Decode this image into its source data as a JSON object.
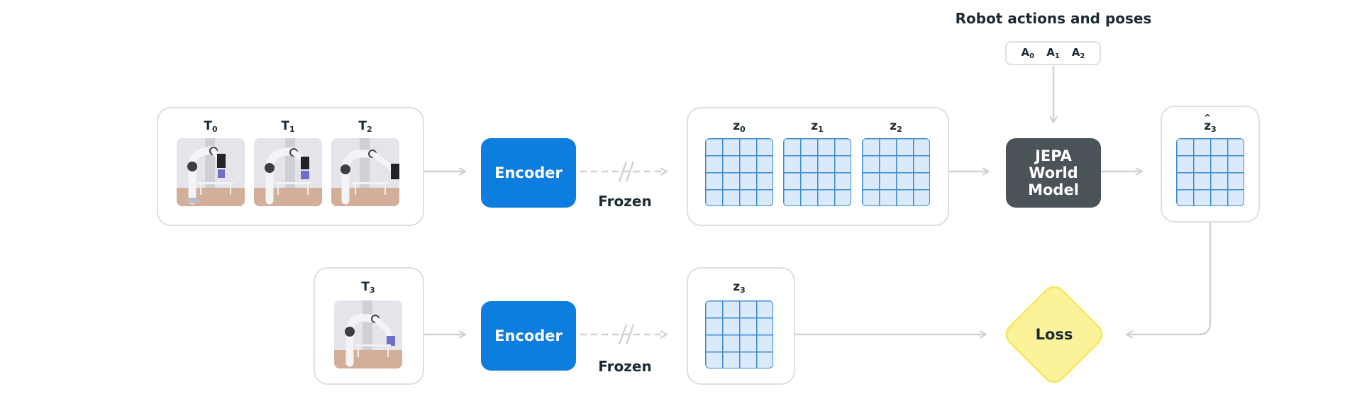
{
  "diagram": {
    "top_title": "Robot actions and poses",
    "actions": [
      {
        "letter": "A",
        "sub": "0"
      },
      {
        "letter": "A",
        "sub": "1"
      },
      {
        "letter": "A",
        "sub": "2"
      }
    ],
    "input_frames": [
      {
        "letter": "T",
        "sub": "0"
      },
      {
        "letter": "T",
        "sub": "1"
      },
      {
        "letter": "T",
        "sub": "2"
      }
    ],
    "target_frame": {
      "letter": "T",
      "sub": "3"
    },
    "encoder_label": "Encoder",
    "frozen_label": "Frozen",
    "latents": [
      {
        "letter": "z",
        "sub": "0"
      },
      {
        "letter": "z",
        "sub": "1"
      },
      {
        "letter": "z",
        "sub": "2"
      }
    ],
    "target_latent": {
      "letter": "z",
      "sub": "3"
    },
    "predicted_latent": {
      "letter": "z",
      "sub": "3"
    },
    "world_model_lines": [
      "JEPA",
      "World",
      "Model"
    ],
    "loss_label": "Loss",
    "colors": {
      "encoder": "#0d7ee0",
      "world_model": "#4a5358",
      "loss_fill": "#fbf29a",
      "loss_stroke": "#f5e96a",
      "grid_fill": "#dbeafb",
      "grid_line": "#3a8bd6",
      "connector": "#cfd3d8"
    }
  }
}
